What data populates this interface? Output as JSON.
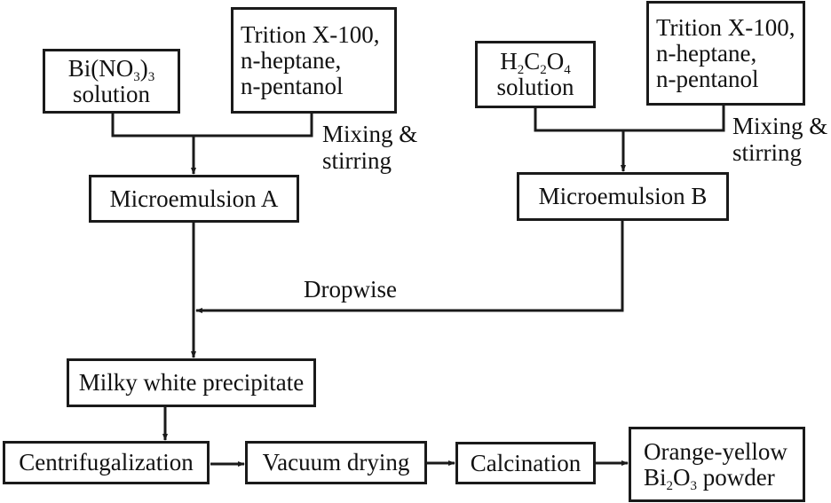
{
  "diagram": {
    "title": "Microemulsion synthesis of Bi2O3 powder",
    "nodes": {
      "bi_nitrate": {
        "line1_pre": "Bi(NO",
        "line1_sub1": "3",
        "line1_mid": ")",
        "line1_sub2": "3",
        "line2": "solution"
      },
      "surfactant_a": {
        "lines": [
          "Trition X-100,",
          "n-heptane,",
          "n-pentanol"
        ]
      },
      "oxalic": {
        "p1": "H",
        "s1": "2",
        "p2": "C",
        "s2": "2",
        "p3": "O",
        "s3": "4",
        "line2": "solution"
      },
      "surfactant_b": {
        "lines": [
          "Trition X-100,",
          "n-heptane,",
          "n-pentanol"
        ]
      },
      "micro_a": "Microemulsion A",
      "micro_b": "Microemulsion B",
      "precipitate": "Milky white precipitate",
      "centrifugation": "Centrifugalization",
      "vacuum_drying": "Vacuum drying",
      "calcination": "Calcination",
      "product": {
        "line1": "Orange-yellow",
        "p1": "Bi",
        "s1": "2",
        "p2": "O",
        "s2": "3",
        "p3": " powder"
      }
    },
    "edge_labels": {
      "mix_a": [
        "Mixing &",
        "stirring"
      ],
      "mix_b": [
        "Mixing &",
        "stirring"
      ],
      "dropwise": "Dropwise"
    },
    "edges": [
      "Bi(NO3)3 solution + Trition X-100/n-heptane/n-pentanol -> Microemulsion A",
      "H2C2O4 solution + Trition X-100/n-heptane/n-pentanol -> Microemulsion B",
      "Microemulsion B -> (Dropwise) -> Microemulsion A line",
      "-> Milky white precipitate",
      "Milky white precipitate -> Centrifugalization",
      "Centrifugalization -> Vacuum drying",
      "Vacuum drying -> Calcination",
      "Calcination -> Orange-yellow Bi2O3 powder"
    ]
  }
}
